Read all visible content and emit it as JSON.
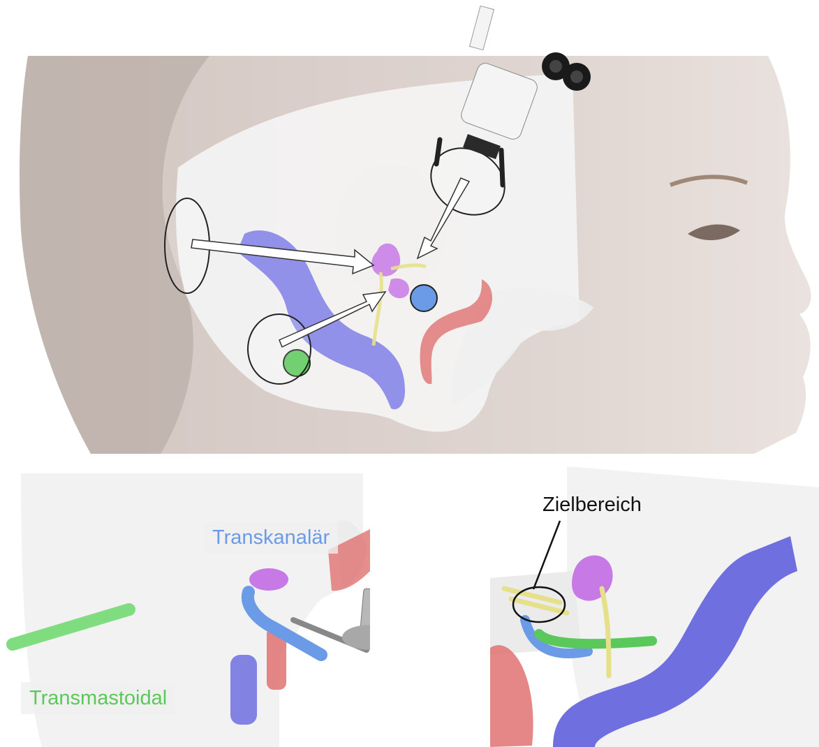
{
  "labels": {
    "transkanalaer": "Transkanalär",
    "transmastoidal": "Transmastoidal",
    "zielbereich": "Zielbereich"
  },
  "colors": {
    "transkanalaer": "#6b9ae6",
    "transmastoidal": "#5ac85a",
    "zielbereich": "#111111",
    "skull": "#f3f3f3",
    "skin": "#d4c9c4",
    "sinus": "#6f6fe0",
    "artery": "#e07070",
    "labyrinth": "#c77ae6",
    "nerve": "#e6e08a"
  },
  "icons": {
    "microscope": "surgical-microscope-icon",
    "endoscope": "endoscope-icon"
  }
}
